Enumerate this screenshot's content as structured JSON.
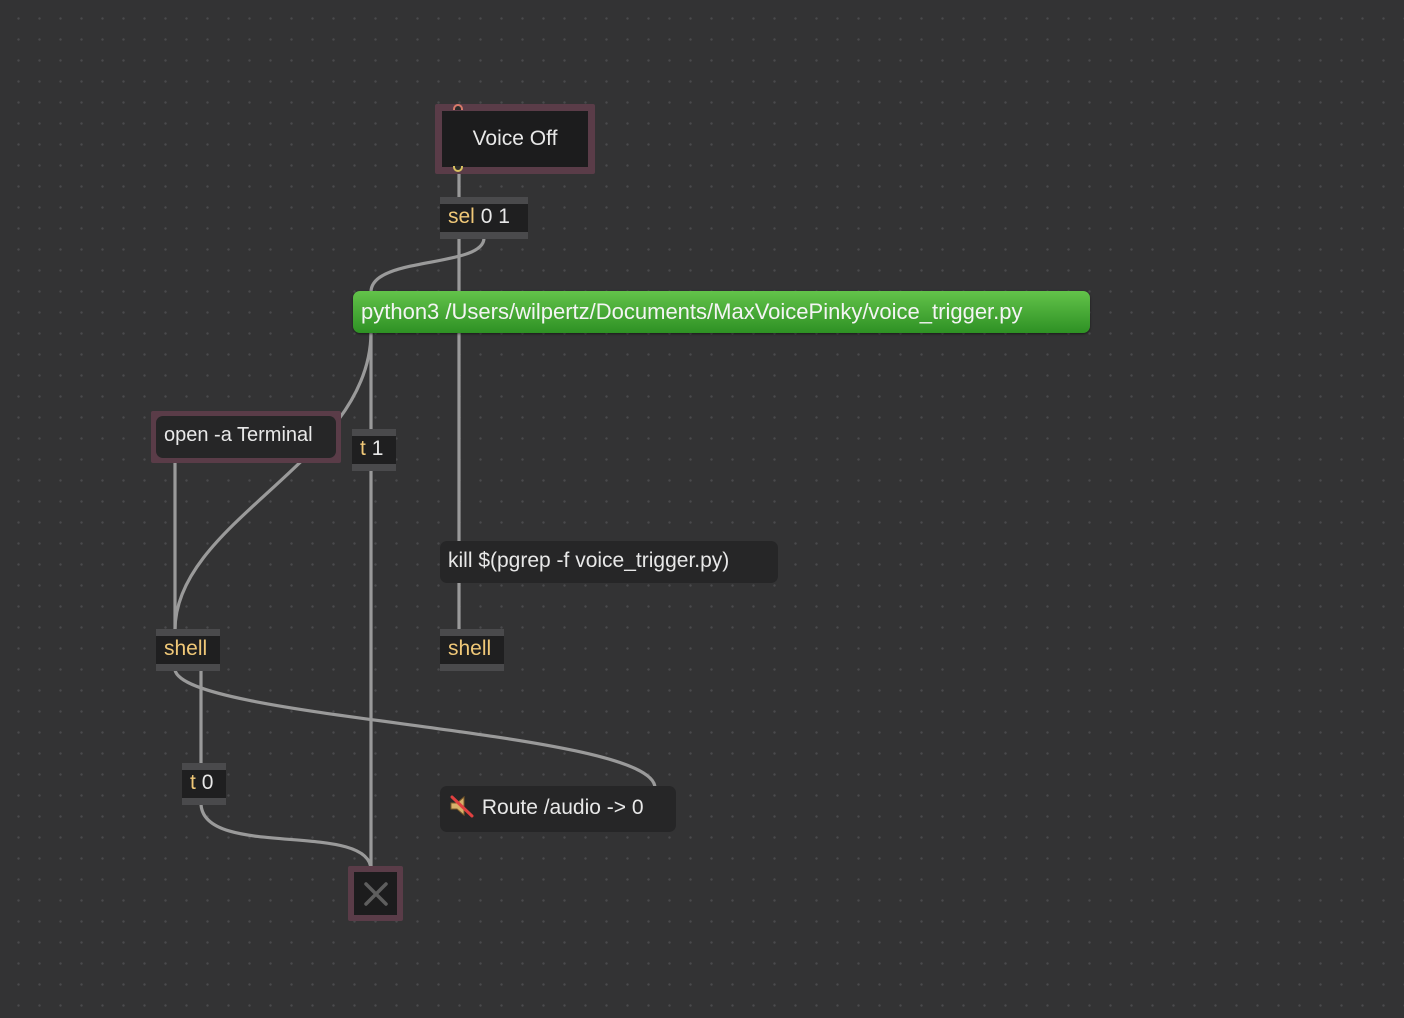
{
  "patch": {
    "voice_toggle": {
      "label": "Voice Off"
    },
    "sel_object": {
      "cls": "sel",
      "args": "0 1"
    },
    "python_message": {
      "text": "python3 /Users/wilpertz/Documents/MaxVoicePinky/voice_trigger.py",
      "color": "#4caf3a"
    },
    "open_terminal_message": {
      "text": "open -a Terminal"
    },
    "trigger_one": {
      "cls": "t",
      "args": "1"
    },
    "kill_message": {
      "text": "kill $(pgrep -f voice_trigger.py)"
    },
    "shell_left": {
      "cls": "shell"
    },
    "shell_right": {
      "cls": "shell"
    },
    "trigger_zero": {
      "cls": "t",
      "args": "0"
    },
    "route_audio_message": {
      "icon": "speaker-muted-icon",
      "text": "Route /audio -> 0"
    },
    "toggle_box": {
      "icon": "toggle-x-icon"
    }
  }
}
